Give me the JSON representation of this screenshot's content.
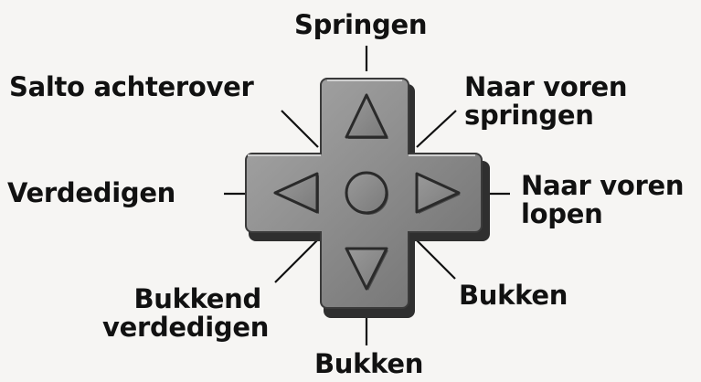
{
  "labels": {
    "up": "Springen",
    "up_left": "Salto achterover",
    "up_right_line1": "Naar voren",
    "up_right_line2": "springen",
    "left": "Verdedigen",
    "right_line1": "Naar voren",
    "right_line2": "lopen",
    "down_left_line1": "Bukkend",
    "down_left_line2": "verdedigen",
    "down_right": "Bukken",
    "down": "Bukken"
  },
  "colors": {
    "pad_face": "#8d8d8d",
    "pad_shadow": "#3c3c3c",
    "pad_highlight": "#c4c4c4",
    "text": "#111111",
    "background": "#f6f5f3"
  },
  "icons": {
    "dpad": "directional-pad-icon",
    "up": "arrow-up-icon",
    "down": "arrow-down-icon",
    "left": "arrow-left-icon",
    "right": "arrow-right-icon",
    "center": "center-button-icon"
  }
}
